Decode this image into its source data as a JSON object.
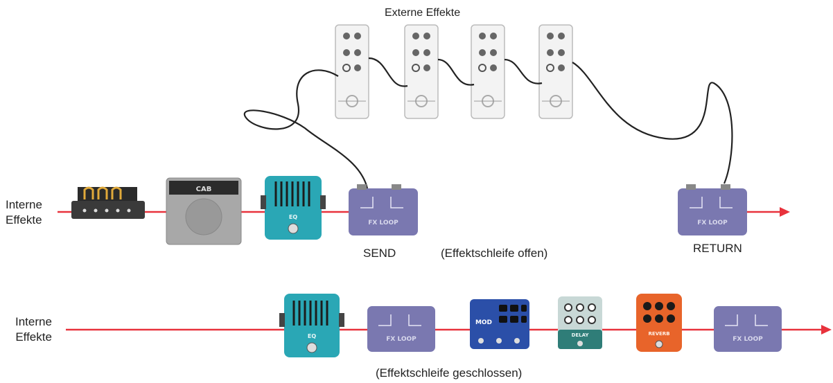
{
  "top": {
    "external_title": "Externe Effekte",
    "internal_label": [
      "Interne",
      "Effekte"
    ],
    "send_label": "SEND",
    "return_label": "RETURN",
    "caption": "(Effektschleife offen)",
    "cab_text": "CAB",
    "eq_text": "EQ",
    "fx_loop_text": "FX LOOP"
  },
  "bottom": {
    "internal_label": [
      "Interne",
      "Effekte"
    ],
    "caption": "(Effektschleife geschlossen)",
    "eq_text": "EQ",
    "fx_loop_text": "FX LOOP",
    "mod_text": "MOD",
    "delay_text": "DELAY",
    "reverb_text": "REVERB"
  },
  "colors": {
    "signal_line": "#e8323c",
    "fx_loop": "#7a78b0",
    "eq": "#2aa7b5",
    "mod": "#2b4fa8",
    "delay": "#c8d8d6",
    "reverb": "#e8642a",
    "cable": "#222222"
  }
}
